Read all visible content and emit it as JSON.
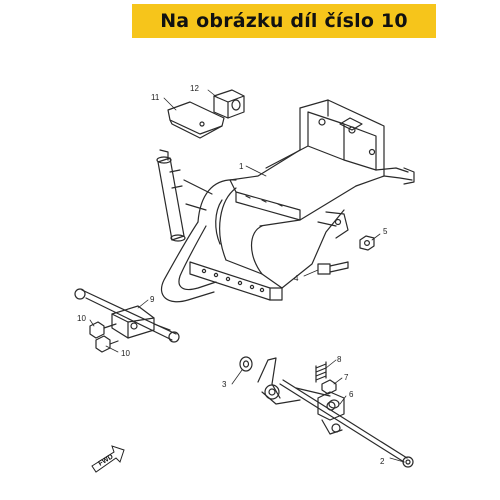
{
  "banner": {
    "text": "Na obrázku díl číslo 10",
    "color": "#f6c51b"
  },
  "diagram": {
    "arrow_label": "FWD",
    "callouts": {
      "c1": "1",
      "c2": "2",
      "c3": "3",
      "c4": "4",
      "c5": "5",
      "c6": "6",
      "c7": "7",
      "c8": "8",
      "c9": "9",
      "c10a": "10",
      "c10b": "10",
      "c11": "11",
      "c12": "12"
    }
  }
}
